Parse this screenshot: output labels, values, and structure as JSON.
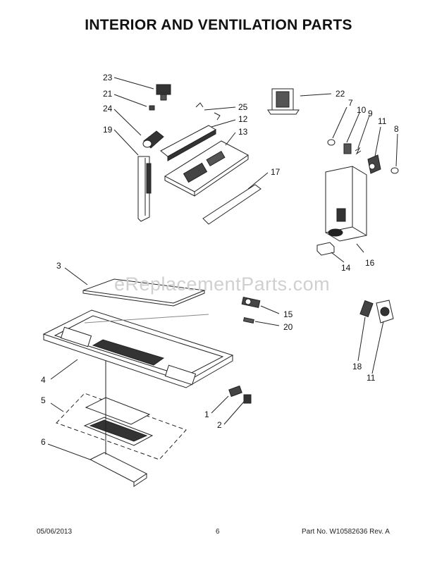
{
  "title": "INTERIOR AND VENTILATION PARTS",
  "watermark": "eReplacementParts.com",
  "callouts": {
    "c23": "23",
    "c21": "21",
    "c24": "24",
    "c19": "19",
    "c25": "25",
    "c12": "12",
    "c13": "13",
    "c17": "17",
    "c22": "22",
    "c7": "7",
    "c10": "10",
    "c9": "9",
    "c11a": "11",
    "c8": "8",
    "c16": "16",
    "c14": "14",
    "c3": "3",
    "c15": "15",
    "c20": "20",
    "c18": "18",
    "c11b": "11",
    "c4": "4",
    "c5": "5",
    "c1": "1",
    "c2": "2",
    "c6": "6"
  },
  "footer": {
    "date": "05/06/2013",
    "page": "6",
    "part": "Part No. W10582636  Rev. A"
  }
}
